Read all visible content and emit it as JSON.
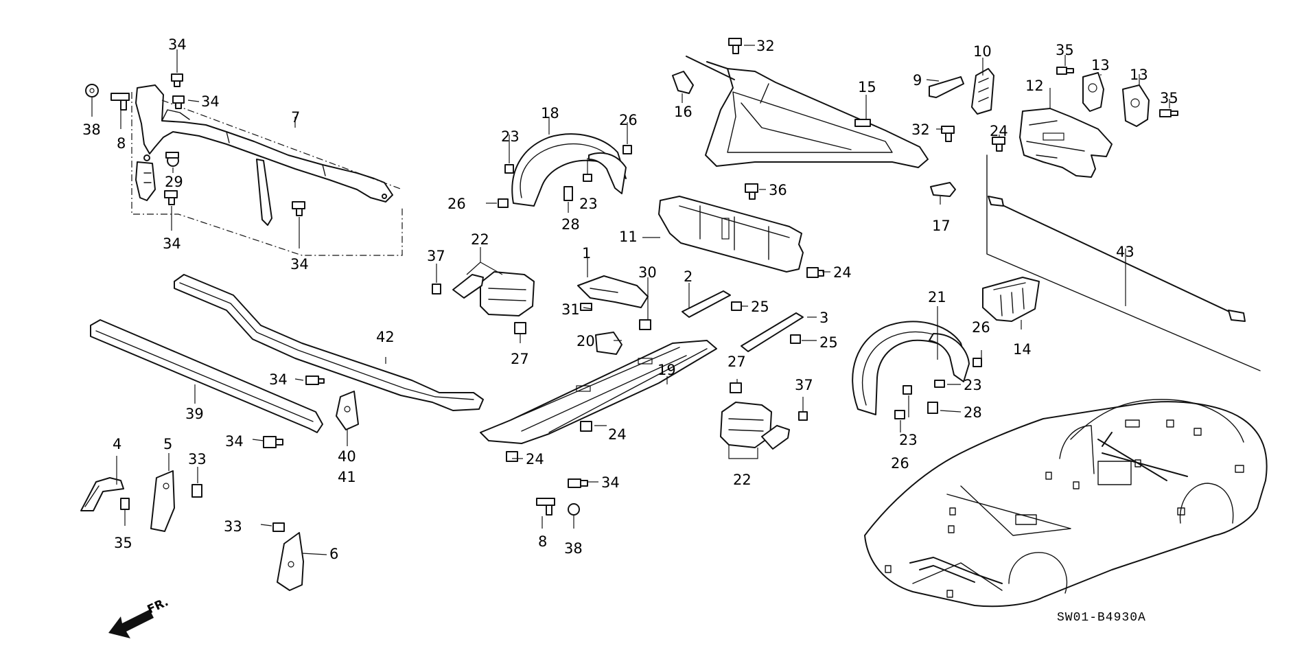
{
  "diagram": {
    "code": "SW01-B4930A",
    "front_marker": "FR.",
    "callouts": [
      {
        "id": "c34a",
        "text": "34"
      },
      {
        "id": "c34b",
        "text": "34"
      },
      {
        "id": "c38a",
        "text": "38"
      },
      {
        "id": "c8a",
        "text": "8"
      },
      {
        "id": "c7",
        "text": "7"
      },
      {
        "id": "c29",
        "text": "29"
      },
      {
        "id": "c34c",
        "text": "34"
      },
      {
        "id": "c34d",
        "text": "34"
      },
      {
        "id": "c18",
        "text": "18"
      },
      {
        "id": "c23a",
        "text": "23"
      },
      {
        "id": "c26a",
        "text": "26"
      },
      {
        "id": "c26b",
        "text": "26"
      },
      {
        "id": "c23b",
        "text": "23"
      },
      {
        "id": "c28a",
        "text": "28"
      },
      {
        "id": "c32a",
        "text": "32"
      },
      {
        "id": "c16",
        "text": "16"
      },
      {
        "id": "c15",
        "text": "15"
      },
      {
        "id": "c9",
        "text": "9"
      },
      {
        "id": "c10",
        "text": "10"
      },
      {
        "id": "c32b",
        "text": "32"
      },
      {
        "id": "c36",
        "text": "36"
      },
      {
        "id": "c17",
        "text": "17"
      },
      {
        "id": "c35a",
        "text": "35"
      },
      {
        "id": "c13a",
        "text": "13"
      },
      {
        "id": "c12",
        "text": "12"
      },
      {
        "id": "c13b",
        "text": "13"
      },
      {
        "id": "c35b",
        "text": "35"
      },
      {
        "id": "c24a",
        "text": "24"
      },
      {
        "id": "c11",
        "text": "11"
      },
      {
        "id": "c24b",
        "text": "24"
      },
      {
        "id": "c43",
        "text": "43"
      },
      {
        "id": "c37a",
        "text": "37"
      },
      {
        "id": "c22a",
        "text": "22"
      },
      {
        "id": "c1",
        "text": "1"
      },
      {
        "id": "c30",
        "text": "30"
      },
      {
        "id": "c2",
        "text": "2"
      },
      {
        "id": "c31",
        "text": "31"
      },
      {
        "id": "c25a",
        "text": "25"
      },
      {
        "id": "c3",
        "text": "3"
      },
      {
        "id": "c20",
        "text": "20"
      },
      {
        "id": "c27a",
        "text": "27"
      },
      {
        "id": "c25b",
        "text": "25"
      },
      {
        "id": "c21",
        "text": "21"
      },
      {
        "id": "c26c",
        "text": "26"
      },
      {
        "id": "c14",
        "text": "14"
      },
      {
        "id": "c42",
        "text": "42"
      },
      {
        "id": "c27b",
        "text": "27"
      },
      {
        "id": "c37b",
        "text": "37"
      },
      {
        "id": "c23c",
        "text": "23"
      },
      {
        "id": "c28b",
        "text": "28"
      },
      {
        "id": "c19",
        "text": "19"
      },
      {
        "id": "c23d",
        "text": "23"
      },
      {
        "id": "c26d",
        "text": "26"
      },
      {
        "id": "c34e",
        "text": "34"
      },
      {
        "id": "c39",
        "text": "39"
      },
      {
        "id": "c40",
        "text": "40"
      },
      {
        "id": "c41",
        "text": "41"
      },
      {
        "id": "c34f",
        "text": "34"
      },
      {
        "id": "c24c",
        "text": "24"
      },
      {
        "id": "c24d",
        "text": "24"
      },
      {
        "id": "c22b",
        "text": "22"
      },
      {
        "id": "c4",
        "text": "4"
      },
      {
        "id": "c5",
        "text": "5"
      },
      {
        "id": "c33a",
        "text": "33"
      },
      {
        "id": "c35c",
        "text": "35"
      },
      {
        "id": "c34g",
        "text": "34"
      },
      {
        "id": "c8b",
        "text": "8"
      },
      {
        "id": "c38b",
        "text": "38"
      },
      {
        "id": "c33b",
        "text": "33"
      },
      {
        "id": "c6",
        "text": "6"
      }
    ],
    "icons": [
      "front-arrow-icon",
      "car-silhouette-icon"
    ]
  }
}
